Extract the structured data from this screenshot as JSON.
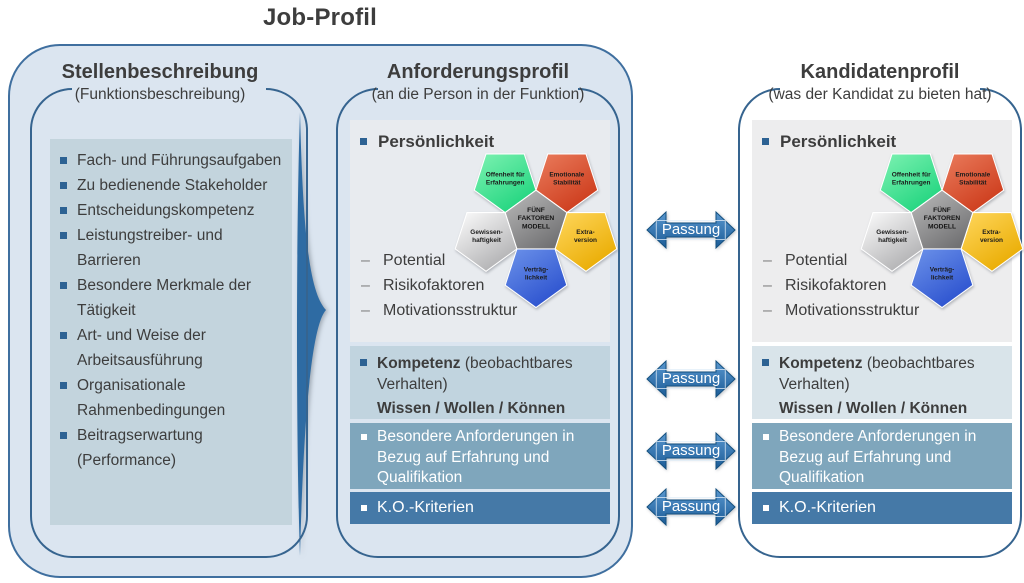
{
  "page_title": "Job-Profil",
  "passung_label": "Passung",
  "columns": {
    "stellenbeschreibung": {
      "title": "Stellenbeschreibung",
      "subtitle": "(Funktionsbeschreibung)",
      "items": [
        "Fach- und Führungsaufgaben",
        "Zu bedienende Stakeholder",
        "Entscheidungskompetenz",
        "Leistungstreiber- und Barrieren",
        "Besondere Merkmale der Tätigkeit",
        "Art- und Weise der Arbeitsausführung",
        "Organisationale Rahmenbedingungen",
        "Beitragserwartung (Performance)"
      ]
    },
    "anforderungsprofil": {
      "title": "Anforderungsprofil",
      "subtitle": "(an die Person in der Funktion)"
    },
    "kandidatenprofil": {
      "title": "Kandidatenprofil",
      "subtitle": "(was der Kandidat zu bieten hat)"
    }
  },
  "profile_sections": {
    "persoenlichkeit": {
      "heading": "Persönlichkeit",
      "sub_items": [
        "Potential",
        "Risikofaktoren",
        "Motivationsstruktur"
      ]
    },
    "kompetenz": {
      "heading_bold": "Kompetenz",
      "heading_rest": "(beobachtbares Verhalten)",
      "subline": "Wissen / Wollen / Können"
    },
    "besondere_anforderungen": {
      "text": "Besondere Anforderungen in Bezug auf Erfahrung und Qualifikation"
    },
    "ko_kriterien": {
      "text": "K.O.-Kriterien"
    }
  },
  "five_factor_model": {
    "center_lines": [
      "FÜNF",
      "FAKTOREN",
      "MODELL"
    ],
    "center_color_top": "#bcbcbc",
    "center_color_bottom": "#717173",
    "factors": [
      {
        "name": "Offenheit für Erfahrungen",
        "line1": "Offenheit für",
        "line2": "Erfahrungen",
        "color_top": "#7ef2b2",
        "color_bottom": "#1fd47e"
      },
      {
        "name": "Emotionale Stabilität",
        "line1": "Emotionale",
        "line2": "Stabilität",
        "color_top": "#ea7c5d",
        "color_bottom": "#cc3a1a"
      },
      {
        "name": "Gewissenhaftigkeit",
        "line1": "Gewissen-",
        "line2": "haftigkeit",
        "color_top": "#fdfdfd",
        "color_bottom": "#aeaeb0"
      },
      {
        "name": "Extraversion",
        "line1": "Extra-",
        "line2": "version",
        "color_top": "#ffd75e",
        "color_bottom": "#e9ab00"
      },
      {
        "name": "Verträglichkeit",
        "line1": "Verträg-",
        "line2": "lichkeit",
        "color_top": "#6d93ea",
        "color_bottom": "#2a50ce"
      }
    ]
  },
  "colors": {
    "outer_container_fill": "#dbe5f0",
    "container_border": "#3f6f9f",
    "left_content_fill": "#c3d4dd",
    "section_persoenlichkeit_mid": "#e8ebef",
    "section_persoenlichkeit_right": "#ededee",
    "section_kompetenz_mid": "#c1d4df",
    "section_kompetenz_right": "#d9e4ea",
    "section_besondere": "#7fa6bc",
    "section_ko": "#4579a7",
    "bullet_square": "#2d6293",
    "chevron_blue": "#2e6ba3",
    "arrow_top": "#5997cf",
    "arrow_bottom": "#1b5b96",
    "heading_text": "#3d3d3d"
  }
}
